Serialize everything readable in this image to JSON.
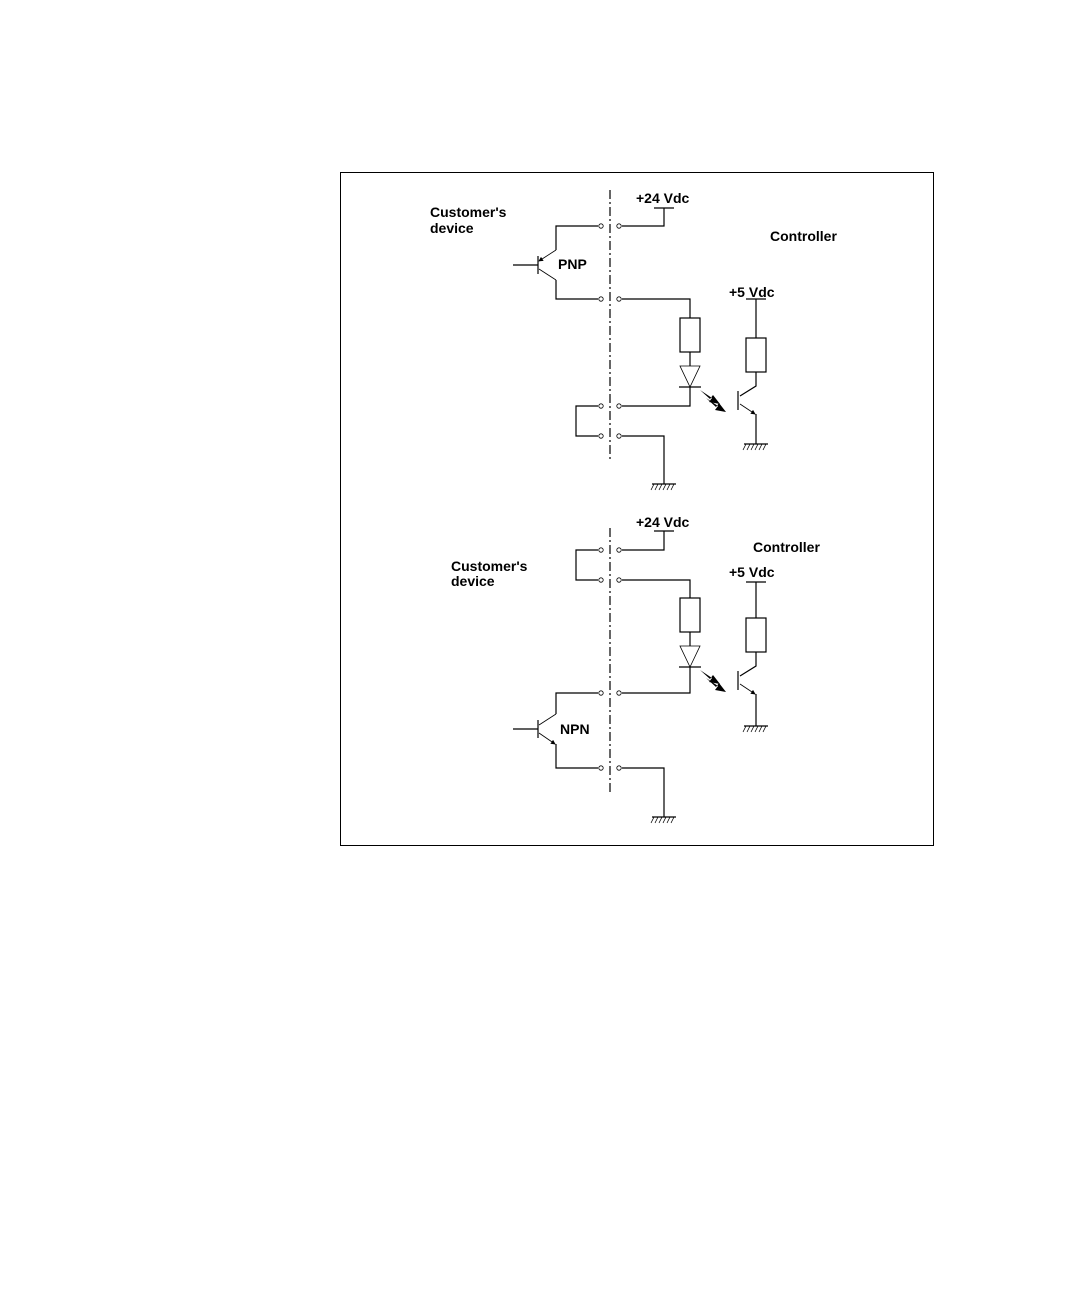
{
  "diagrams": [
    {
      "customer_label_line1": "Customer's",
      "customer_label_line2": "device",
      "controller_label": "Controller",
      "supply_24_label": "+24 Vdc",
      "supply_5_label": "+5 Vdc",
      "transistor_label": "PNP"
    },
    {
      "customer_label_line1": "Customer's",
      "customer_label_line2": "device",
      "controller_label": "Controller",
      "supply_24_label": "+24 Vdc",
      "supply_5_label": "+5 Vdc",
      "transistor_label": "NPN"
    }
  ]
}
